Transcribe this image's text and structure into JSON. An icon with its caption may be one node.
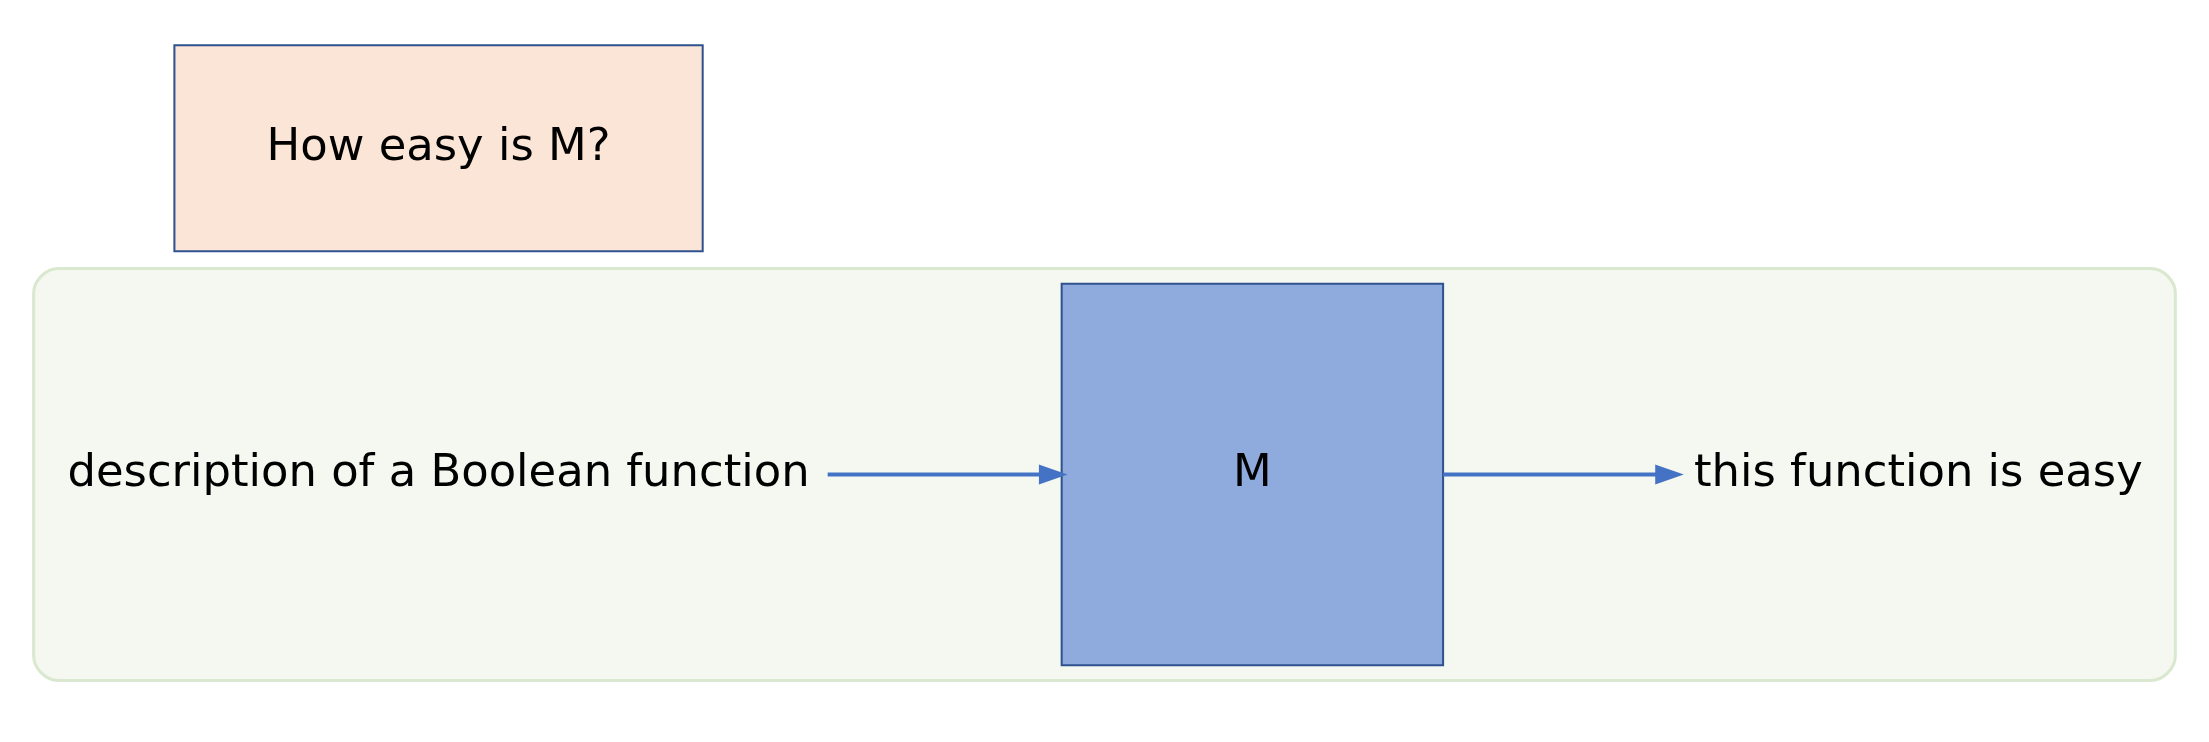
{
  "diagram": {
    "nodes": [
      {
        "text": [],
        "shape": "box"
      },
      {
        "text": [
          "description of a Boolean function"
        ],
        "in": 0
      },
      {
        "text": [
          "M"
        ],
        "in": 0
      },
      {
        "text": [
          "this function is easy"
        ],
        "in": 0
      },
      {
        "text": [
          "How easy is M?"
        ]
      }
    ],
    "edges": [
      {
        "from": 1,
        "to": 2,
        "arrow": "to"
      },
      {
        "from": 2,
        "to": 3,
        "arrow": "to"
      }
    ]
  }
}
